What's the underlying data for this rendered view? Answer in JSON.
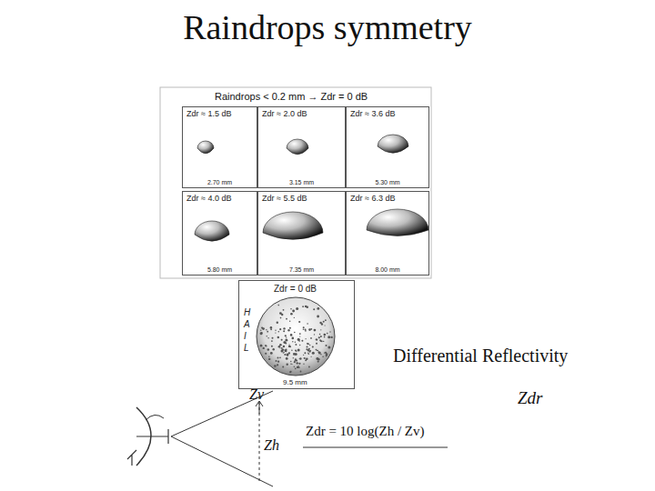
{
  "diagram": {
    "title": "Raindrops symmetry",
    "nodes": [
      {
        "text": [
          "Zdr ≈ 1.5 dB",
          "2.70 mm"
        ]
      },
      {
        "text": [
          "Zdr ≈ 2.0 dB",
          "3.15 mm"
        ]
      },
      {
        "text": [
          "Zdr ≈ 3.6 dB",
          "5.30 mm"
        ]
      },
      {
        "text": [
          "Zdr ≈ 4.0 dB",
          "5.80 mm"
        ]
      },
      {
        "text": [
          "Zdr ≈ 5.5 dB",
          "7.35 mm"
        ]
      },
      {
        "text": [
          "Zdr ≈ 6.3 dB",
          "8.00 mm"
        ]
      },
      {
        "text": [
          "Zdr = 0 dB",
          "HAIL",
          "9.5 mm"
        ]
      }
    ],
    "labels": [
      "Raindrops < 0.2 mm → Zdr = 0 dB",
      "Differential Reflectivity",
      "Zdr",
      "Zv",
      "Zh",
      "Zdr = 10 log(Zh / Zv)"
    ]
  }
}
